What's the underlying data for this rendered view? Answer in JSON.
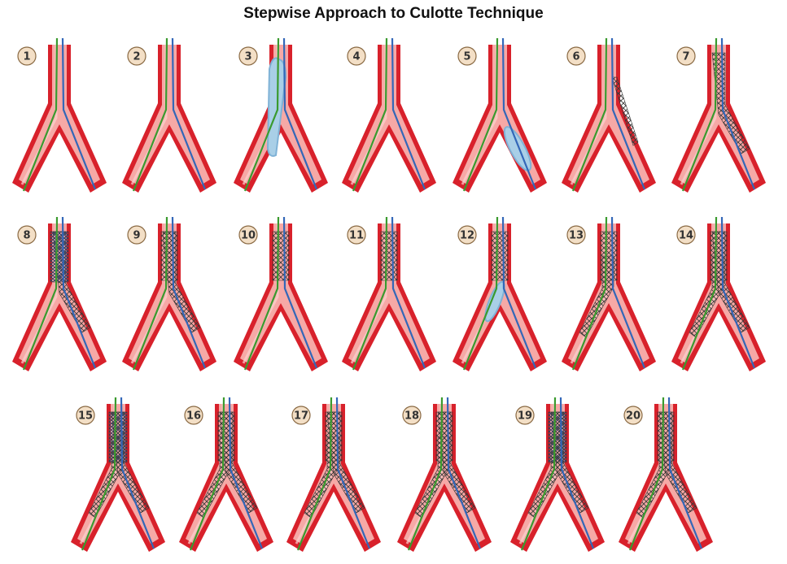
{
  "title": "Stepwise Approach to Culotte Technique",
  "colors": {
    "vessel_outer": "#d8212b",
    "vessel_inner": "#f6a9a6",
    "main_wire": "#3a9a2e",
    "side_wire": "#3367b8",
    "balloon": "#a9cfe7",
    "stent_mesh": "#3a3a3a",
    "badge_fill": "#f3dfc6",
    "badge_stroke": "#8a6a44"
  },
  "panels": [
    {
      "step": "1",
      "balloon": null,
      "stents": []
    },
    {
      "step": "2",
      "balloon": null,
      "stents": []
    },
    {
      "step": "3",
      "balloon": "main-long",
      "stents": []
    },
    {
      "step": "4",
      "balloon": null,
      "stents": []
    },
    {
      "step": "5",
      "balloon": "side",
      "stents": []
    },
    {
      "step": "6",
      "balloon": null,
      "stents": [
        "side-crimped"
      ]
    },
    {
      "step": "7",
      "balloon": null,
      "stents": [
        "side"
      ]
    },
    {
      "step": "8",
      "balloon": null,
      "stents": [
        "side",
        "proximal-dense"
      ]
    },
    {
      "step": "9",
      "balloon": null,
      "stents": [
        "side",
        "proximal"
      ]
    },
    {
      "step": "10",
      "balloon": null,
      "stents": [
        "proximal"
      ]
    },
    {
      "step": "11",
      "balloon": null,
      "stents": [
        "proximal"
      ]
    },
    {
      "step": "12",
      "balloon": "main-short",
      "stents": [
        "proximal"
      ]
    },
    {
      "step": "13",
      "balloon": null,
      "stents": [
        "proximal",
        "main"
      ]
    },
    {
      "step": "14",
      "balloon": null,
      "stents": [
        "proximal",
        "main",
        "side"
      ]
    },
    {
      "step": "15",
      "balloon": null,
      "stents": [
        "proximal-dense",
        "main",
        "side"
      ]
    },
    {
      "step": "16",
      "balloon": null,
      "stents": [
        "proximal",
        "main",
        "side"
      ]
    },
    {
      "step": "17",
      "balloon": null,
      "stents": [
        "proximal",
        "main",
        "side"
      ]
    },
    {
      "step": "18",
      "balloon": null,
      "stents": [
        "proximal",
        "main",
        "side"
      ]
    },
    {
      "step": "19",
      "balloon": null,
      "stents": [
        "proximal-dense",
        "main",
        "side"
      ]
    },
    {
      "step": "20",
      "balloon": null,
      "stents": [
        "proximal",
        "main",
        "side"
      ]
    }
  ]
}
